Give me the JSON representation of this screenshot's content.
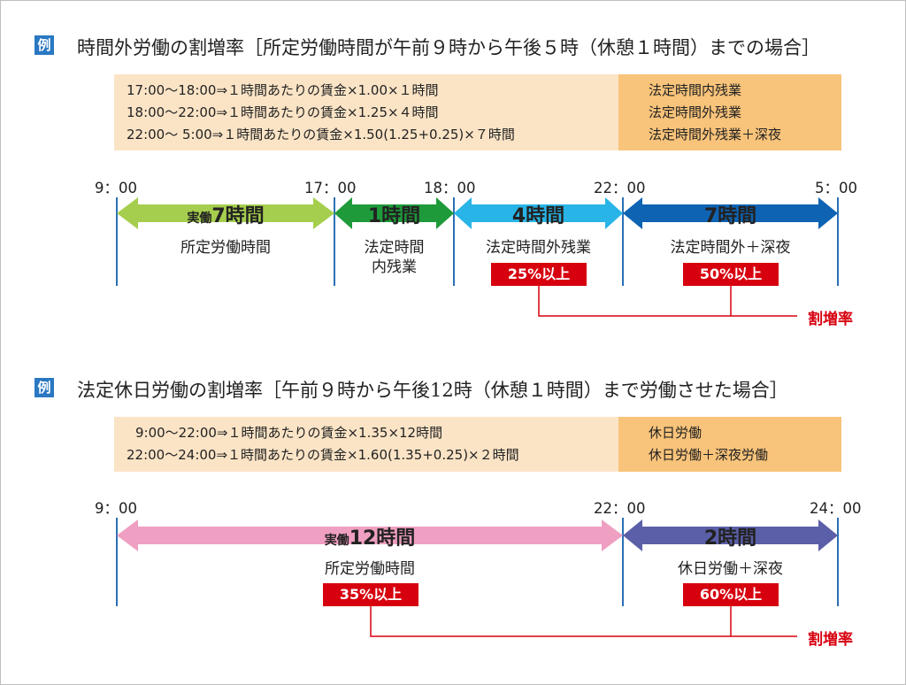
{
  "examples": [
    {
      "badge": "例",
      "heading": "時間外労働の割増率［所定労働時間が午前９時から午後５時（休憩１時間）までの場合］",
      "lines": [
        {
          "calc": "17:00〜18:00⇒１時間あたりの賃金×1.00×１時間",
          "type": "法定時間内残業"
        },
        {
          "calc": "18:00〜22:00⇒１時間あたりの賃金×1.25×４時間",
          "type": "法定時間外残業"
        },
        {
          "calc": "22:00〜 5:00⇒１時間あたりの賃金×1.50(1.25+0.25)×７時間",
          "type": "法定時間外残業＋深夜"
        }
      ],
      "times": [
        "9：00",
        "17：00",
        "18：00",
        "22：00",
        "5：00"
      ],
      "segments": [
        {
          "prefix": "実働",
          "hours": "7時間",
          "label": "所定労働時間",
          "label2": "",
          "color": "#a6ce4e",
          "rate": ""
        },
        {
          "prefix": "",
          "hours": "1時間",
          "label": "法定時間",
          "label2": "内残業",
          "color": "#1e9a3a",
          "rate": ""
        },
        {
          "prefix": "",
          "hours": "4時間",
          "label": "法定時間外残業",
          "label2": "",
          "color": "#28b4e6",
          "rate": "25%以上"
        },
        {
          "prefix": "",
          "hours": "7時間",
          "label": "法定時間外＋深夜",
          "label2": "",
          "color": "#0e63b3",
          "rate": "50%以上"
        }
      ],
      "rate_label": "割増率"
    },
    {
      "badge": "例",
      "heading": "法定休日労働の割増率［午前９時から午後12時（休憩１時間）まで労働させた場合］",
      "lines": [
        {
          "calc": "9:00〜22:00⇒１時間あたりの賃金×1.35×12時間",
          "type": "休日労働"
        },
        {
          "calc": "22:00〜24:00⇒１時間あたりの賃金×1.60(1.35+0.25)×２時間",
          "type": "休日労働＋深夜労働"
        }
      ],
      "times": [
        "9：00",
        "22：00",
        "24：00"
      ],
      "segments": [
        {
          "prefix": "実働",
          "hours": "12時間",
          "label": "所定労働時間",
          "label2": "",
          "color": "#ef9fc1",
          "rate": "35%以上"
        },
        {
          "prefix": "",
          "hours": "2時間",
          "label": "休日労働＋深夜",
          "label2": "",
          "color": "#5b5fa8",
          "rate": "60%以上"
        }
      ],
      "rate_label": "割増率"
    }
  ],
  "colors": {
    "rate_red": "#d7000f",
    "tick": "#2a6fb5",
    "calc_bg": "#fbe4c6",
    "type_bg": "#f8c37a"
  }
}
